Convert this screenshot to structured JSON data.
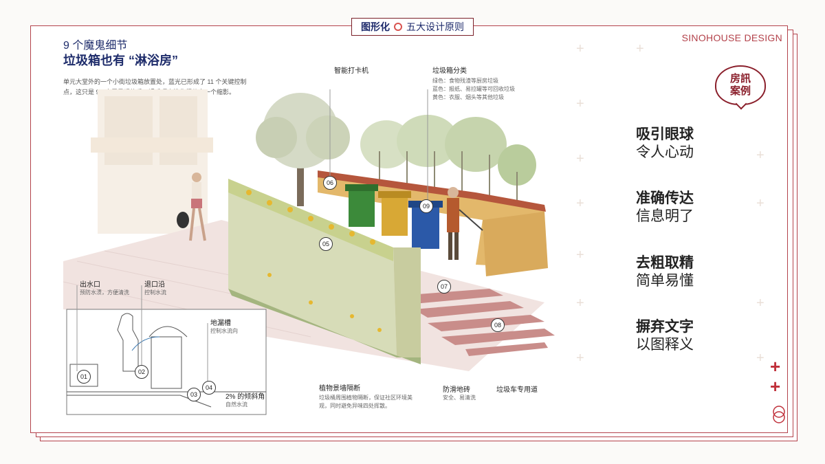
{
  "top_tab": {
    "strong": "图形化",
    "light": "五大设计原则"
  },
  "brand": "SINOHOUSE DESIGN",
  "subhead": "9 个魔鬼细节",
  "headline": "垃圾箱也有 “淋浴房”",
  "intro": "单元大堂外的一个小街垃圾箱放置处，蓝光已形成了 11 个关键控制点，这只是 9S 人居景观体系，近千项人性化细节中一个缩影。",
  "stamp": {
    "line1": "房訊",
    "line2": "案例"
  },
  "principles": [
    {
      "key": "吸引眼球",
      "value": "令人心动"
    },
    {
      "key": "准确传达",
      "value": "信息明了"
    },
    {
      "key": "去粗取精",
      "value": "简单易懂"
    },
    {
      "key": "摒弃文字",
      "value": "以图释义"
    }
  ],
  "callouts": {
    "checkin": {
      "title": "智能打卡机"
    },
    "bins": {
      "title": "垃圾箱分类",
      "lines": [
        "绿色：食物残渣等厨房垃圾",
        "蓝色：报纸、易拉罐等可回收垃圾",
        "黄色：衣服、烟头等其他垃圾"
      ]
    },
    "outlet": {
      "title": "出水口",
      "desc": "预防水渍，方便清洗"
    },
    "lip": {
      "title": "退口沿",
      "desc": "控制水流"
    },
    "drain": {
      "title": "地漏槽",
      "desc": "控制水流向"
    },
    "slope": {
      "title": "2% 的倾斜角",
      "desc": "自然水流"
    },
    "plantwall": {
      "title": "植物景墙隔断",
      "desc": "垃圾桶周围植物隔断，保证社区环境美观，同时避免异味四处挥散。"
    },
    "tile": {
      "title": "防滑地砖",
      "desc": "安全、易清洗"
    },
    "truck": {
      "title": "垃圾车专用道"
    }
  },
  "badges": [
    "01",
    "02",
    "03",
    "04",
    "05",
    "06",
    "07",
    "08",
    "09"
  ],
  "colors": {
    "accent": "#b3414a",
    "navy": "#1d2a6b",
    "bin_green": "#3c8a3a",
    "bin_yellow": "#d8a835",
    "bin_blue": "#2b59a8"
  }
}
